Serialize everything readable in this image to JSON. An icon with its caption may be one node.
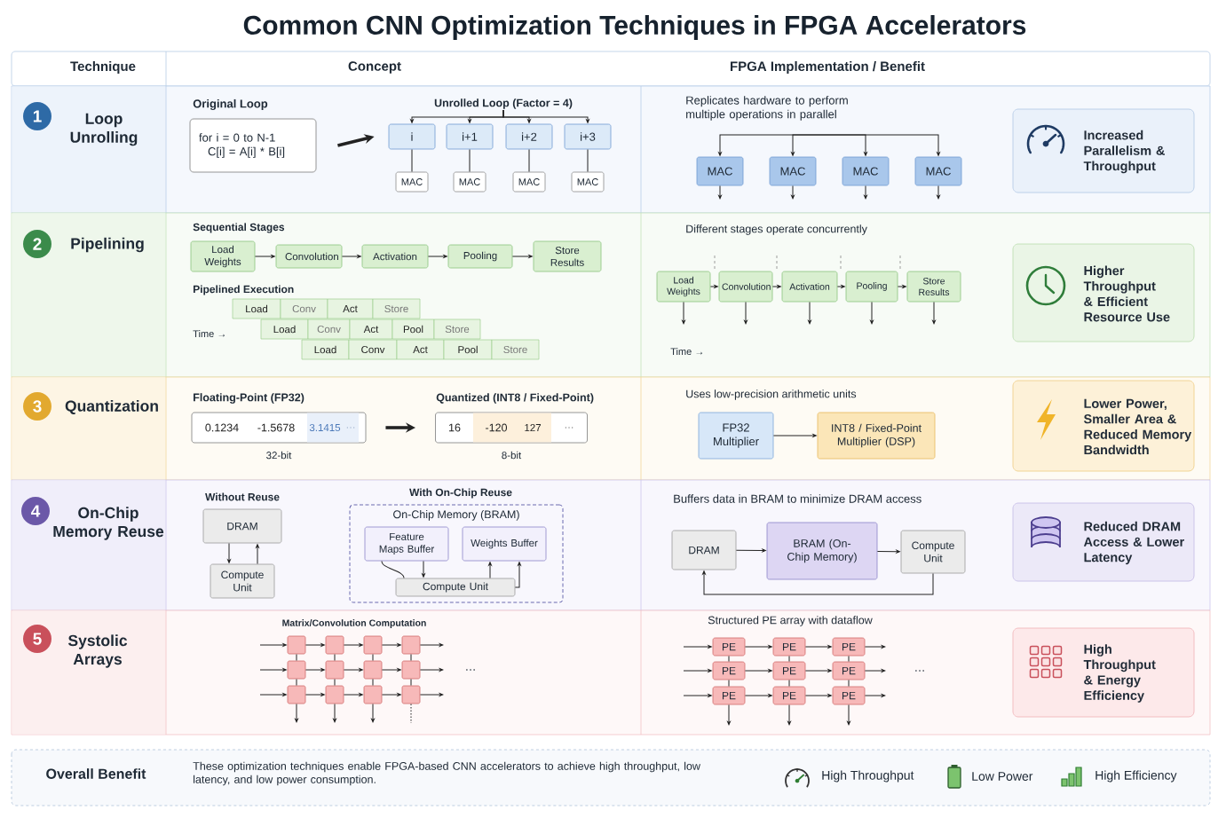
{
  "diagram": {
    "title": "Common CNN Optimization Techniques in FPGA Accelerators",
    "nodes": [
      {
        "text": [
          "1"
        ],
        "beside": [
          "Loop Unrolling"
        ]
      },
      {
        "text": [
          "for i = 0 to N-1",
          "C[i] = A[i] * B[i]"
        ]
      },
      {
        "text": [
          "Unrolled Loop (Factor = 4)"
        ]
      },
      {
        "text": [
          "i"
        ]
      },
      {
        "text": [
          "i+1"
        ]
      },
      {
        "text": [
          "i+2"
        ]
      },
      {
        "text": [
          "i+3"
        ]
      },
      {
        "text": [
          "MAC"
        ]
      },
      {
        "text": [
          "MAC"
        ]
      },
      {
        "text": [
          "MAC"
        ]
      },
      {
        "text": [
          "MAC"
        ]
      },
      {
        "text": [
          "MAC"
        ]
      },
      {
        "text": [
          "MAC"
        ]
      },
      {
        "text": [
          "MAC"
        ]
      },
      {
        "text": [
          "MAC"
        ]
      },
      {
        "text": [
          "Increased Parallelism & Throughput"
        ]
      },
      {
        "text": [
          "2"
        ],
        "beside": [
          "Pipelining"
        ]
      },
      {
        "text": [
          "Load Weights"
        ]
      },
      {
        "text": [
          "Convolution"
        ]
      },
      {
        "text": [
          "Activation"
        ]
      },
      {
        "text": [
          "Pooling"
        ]
      },
      {
        "text": [
          "Store Results"
        ]
      },
      {
        "text": [
          "Load Weights"
        ]
      },
      {
        "text": [
          "Convolution"
        ]
      },
      {
        "text": [
          "Activation"
        ]
      },
      {
        "text": [
          "Pooling"
        ]
      },
      {
        "text": [
          "Store Results"
        ]
      },
      {
        "text": [
          "Higher Throughput & Efficient Resource Use"
        ]
      },
      {
        "text": [
          "3"
        ],
        "beside": [
          "Quantization"
        ]
      },
      {
        "text": [
          "0.1234",
          "-1.5678",
          "3.1415",
          "…"
        ],
        "beside": [
          "32-bit"
        ]
      },
      {
        "text": [
          "16",
          "-120",
          "127",
          "…"
        ],
        "beside": [
          "8-bit"
        ]
      },
      {
        "text": [
          "FP32 Multiplier"
        ]
      },
      {
        "text": [
          "INT8 / Fixed-Point Multiplier (DSP)"
        ]
      },
      {
        "text": [
          "Lower Power, Smaller Area & Reduced Memory Bandwidth"
        ]
      },
      {
        "text": [
          "4"
        ],
        "beside": [
          "On-Chip Memory Reuse"
        ]
      },
      {
        "text": [
          "DRAM"
        ]
      },
      {
        "text": [
          "Compute Unit"
        ]
      },
      {
        "text": [
          "On-Chip Memory (BRAM)"
        ]
      },
      {
        "text": [
          "Feature Maps Buffer"
        ],
        "in": 37
      },
      {
        "text": [
          "Weights Buffer"
        ],
        "in": 37
      },
      {
        "text": [
          "Compute Unit"
        ],
        "in": 37
      },
      {
        "text": [
          "DRAM"
        ]
      },
      {
        "text": [
          "BRAM (On-Chip Memory)"
        ]
      },
      {
        "text": [
          "Compute Unit"
        ]
      },
      {
        "text": [
          "Reduced DRAM Access & Lower Latency"
        ]
      },
      {
        "text": [
          "5"
        ],
        "beside": [
          "Systolic Arrays"
        ]
      },
      {
        "text": [],
        "shape": "box"
      },
      {
        "text": [],
        "shape": "box"
      },
      {
        "text": [],
        "shape": "box"
      },
      {
        "text": [],
        "shape": "box"
      },
      {
        "text": [],
        "shape": "box"
      },
      {
        "text": [],
        "shape": "box"
      },
      {
        "text": [],
        "shape": "box"
      },
      {
        "text": [],
        "shape": "box"
      },
      {
        "text": [],
        "shape": "box"
      },
      {
        "text": [],
        "shape": "box"
      },
      {
        "text": [],
        "shape": "box"
      },
      {
        "text": [],
        "shape": "box"
      },
      {
        "text": [
          "PE"
        ]
      },
      {
        "text": [
          "PE"
        ]
      },
      {
        "text": [
          "PE"
        ]
      },
      {
        "text": [
          "PE"
        ]
      },
      {
        "text": [
          "PE"
        ]
      },
      {
        "text": [
          "PE"
        ]
      },
      {
        "text": [
          "PE"
        ]
      },
      {
        "text": [
          "PE"
        ]
      },
      {
        "text": [
          "PE"
        ]
      },
      {
        "text": [
          "High Throughput & Energy Efficiency"
        ]
      }
    ],
    "edges": [
      {
        "from": 1,
        "to": 3,
        "arrow": "to",
        "style": "thick"
      },
      {
        "from": 2,
        "to": 3,
        "arrow": "to"
      },
      {
        "from": 2,
        "to": 4,
        "arrow": "to"
      },
      {
        "from": 2,
        "to": 5,
        "arrow": "to"
      },
      {
        "from": 2,
        "to": 6,
        "arrow": "to"
      },
      {
        "from": 3,
        "to": 7,
        "arrow": "none"
      },
      {
        "from": 4,
        "to": 8,
        "arrow": "none"
      },
      {
        "from": 5,
        "to": 9,
        "arrow": "none"
      },
      {
        "from": 6,
        "to": 10,
        "arrow": "none"
      },
      {
        "from": null,
        "to": 11,
        "arrow": "to"
      },
      {
        "from": null,
        "to": 12,
        "arrow": "to"
      },
      {
        "from": null,
        "to": 13,
        "arrow": "to"
      },
      {
        "from": null,
        "to": 14,
        "arrow": "to"
      },
      {
        "from": 11,
        "to": null,
        "arrow": "to"
      },
      {
        "from": 12,
        "to": null,
        "arrow": "to"
      },
      {
        "from": 13,
        "to": null,
        "arrow": "to"
      },
      {
        "from": 14,
        "to": null,
        "arrow": "to"
      },
      {
        "from": 17,
        "to": 18,
        "arrow": "to"
      },
      {
        "from": 18,
        "to": 19,
        "arrow": "to"
      },
      {
        "from": 19,
        "to": 20,
        "arrow": "to"
      },
      {
        "from": 20,
        "to": 21,
        "arrow": "to"
      },
      {
        "from": 22,
        "to": 23,
        "arrow": "to"
      },
      {
        "from": 23,
        "to": 24,
        "arrow": "to"
      },
      {
        "from": 24,
        "to": 25,
        "arrow": "to"
      },
      {
        "from": 25,
        "to": 26,
        "arrow": "to"
      },
      {
        "from": 22,
        "to": null,
        "arrow": "to"
      },
      {
        "from": 23,
        "to": null,
        "arrow": "to"
      },
      {
        "from": 24,
        "to": null,
        "arrow": "to"
      },
      {
        "from": 25,
        "to": null,
        "arrow": "to"
      },
      {
        "from": 26,
        "to": null,
        "arrow": "to"
      },
      {
        "from": 29,
        "to": 30,
        "arrow": "to",
        "style": "thick"
      },
      {
        "from": 31,
        "to": 32,
        "arrow": "to"
      },
      {
        "from": 35,
        "to": 36,
        "arrow": "to"
      },
      {
        "from": 36,
        "to": 35,
        "arrow": "to"
      },
      {
        "from": 38,
        "to": 40,
        "arrow": "to"
      },
      {
        "from": 38,
        "to": 40,
        "arrow": "none"
      },
      {
        "from": 40,
        "to": 39,
        "arrow": "to"
      },
      {
        "from": 40,
        "to": 39,
        "arrow": "to"
      },
      {
        "from": 41,
        "to": 42,
        "arrow": "to"
      },
      {
        "from": 42,
        "to": 43,
        "arrow": "to"
      },
      {
        "from": 43,
        "to": 41,
        "arrow": "to"
      },
      {
        "from": null,
        "to": 46,
        "arrow": "to"
      },
      {
        "from": 46,
        "to": 47,
        "arrow": "to"
      },
      {
        "from": 47,
        "to": 48,
        "arrow": "to"
      },
      {
        "from": 48,
        "to": 49,
        "arrow": "to"
      },
      {
        "from": 49,
        "to": null,
        "arrow": "to"
      },
      {
        "from": null,
        "to": 50,
        "arrow": "to"
      },
      {
        "from": 50,
        "to": 51,
        "arrow": "to"
      },
      {
        "from": 51,
        "to": 52,
        "arrow": "to"
      },
      {
        "from": 52,
        "to": 53,
        "arrow": "to"
      },
      {
        "from": 53,
        "to": null,
        "arrow": "to"
      },
      {
        "from": null,
        "to": 54,
        "arrow": "to"
      },
      {
        "from": 54,
        "to": 55,
        "arrow": "to"
      },
      {
        "from": 55,
        "to": 56,
        "arrow": "to"
      },
      {
        "from": 56,
        "to": 57,
        "arrow": "to"
      },
      {
        "from": 57,
        "to": null,
        "arrow": "to"
      },
      {
        "from": 46,
        "to": 50,
        "arrow": "none"
      },
      {
        "from": 50,
        "to": 54,
        "arrow": "none"
      },
      {
        "from": 54,
        "to": null,
        "arrow": "to"
      },
      {
        "from": 47,
        "to": 51,
        "arrow": "none"
      },
      {
        "from": 51,
        "to": 55,
        "arrow": "none"
      },
      {
        "from": 55,
        "to": null,
        "arrow": "to"
      },
      {
        "from": 48,
        "to": 52,
        "arrow": "none"
      },
      {
        "from": 52,
        "to": 56,
        "arrow": "none"
      },
      {
        "from": 56,
        "to": null,
        "arrow": "to"
      },
      {
        "from": 49,
        "to": 53,
        "arrow": "none"
      },
      {
        "from": 53,
        "to": 57,
        "arrow": "none"
      },
      {
        "from": 57,
        "to": null,
        "arrow": "none",
        "style": "dashed"
      },
      {
        "from": null,
        "to": 58,
        "arrow": "to"
      },
      {
        "from": 58,
        "to": 59,
        "arrow": "to"
      },
      {
        "from": 59,
        "to": 60,
        "arrow": "to"
      },
      {
        "from": 60,
        "to": null,
        "arrow": "to"
      },
      {
        "from": null,
        "to": 61,
        "arrow": "to"
      },
      {
        "from": 61,
        "to": 62,
        "arrow": "to"
      },
      {
        "from": 62,
        "to": 63,
        "arrow": "to"
      },
      {
        "from": 63,
        "to": null,
        "arrow": "to"
      },
      {
        "from": null,
        "to": 64,
        "arrow": "to"
      },
      {
        "from": 64,
        "to": 65,
        "arrow": "to"
      },
      {
        "from": 65,
        "to": 66,
        "arrow": "to"
      },
      {
        "from": 66,
        "to": null,
        "arrow": "to"
      },
      {
        "from": 58,
        "to": 61,
        "arrow": "none"
      },
      {
        "from": 61,
        "to": 64,
        "arrow": "none"
      },
      {
        "from": 64,
        "to": null,
        "arrow": "to"
      },
      {
        "from": 59,
        "to": 62,
        "arrow": "none"
      },
      {
        "from": 62,
        "to": 65,
        "arrow": "none"
      },
      {
        "from": 65,
        "to": null,
        "arrow": "to"
      },
      {
        "from": 60,
        "to": 63,
        "arrow": "none"
      },
      {
        "from": 63,
        "to": 66,
        "arrow": "none"
      },
      {
        "from": 66,
        "to": null,
        "arrow": "to"
      }
    ],
    "labels": [
      "Technique",
      "Concept",
      "FPGA Implementation / Benefit",
      "Original Loop",
      "Replicates hardware to perform multiple operations in parallel",
      "Sequential Stages",
      "Pipelined Execution",
      "Load",
      "Conv",
      "Act",
      "Store",
      "Time →",
      "Load",
      "Conv",
      "Act",
      "Pool",
      "Store",
      "Load",
      "Conv",
      "Act",
      "Pool",
      "Store",
      "Different stages operate concurrently",
      "Time →",
      "Floating-Point (FP32)",
      "Quantized (INT8 / Fixed-Point)",
      "Uses low-precision arithmetic units",
      "Without Reuse",
      "With On-Chip Reuse",
      "Buffers data in BRAM to minimize DRAM access",
      "Matrix/Convolution Computation",
      "…",
      "Structured PE array with dataflow",
      "…",
      "Overall Benefit",
      "These optimization techniques enable FPGA-based CNN accelerators to achieve high throughput, low latency, and low power consumption.",
      "High Throughput",
      "Low Power",
      "High Efficiency"
    ]
  }
}
